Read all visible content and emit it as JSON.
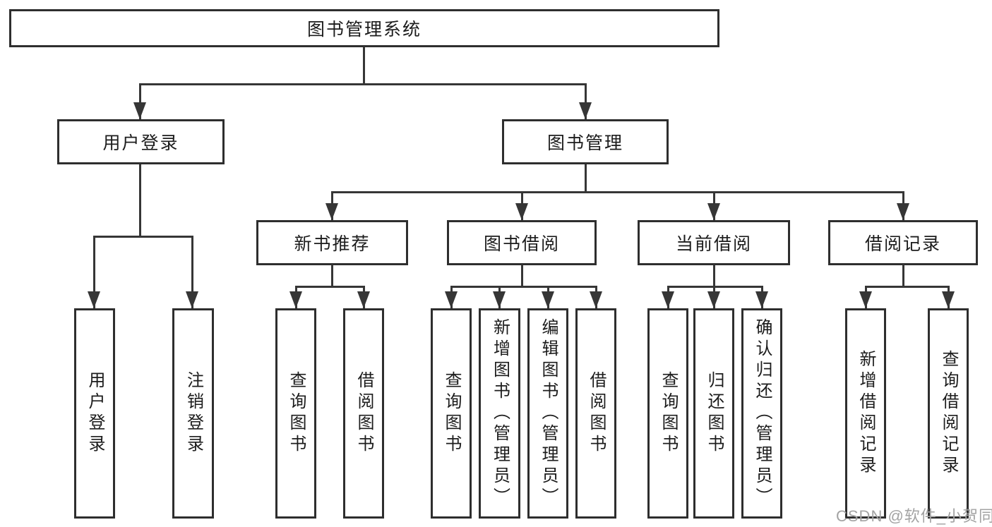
{
  "colors": {
    "background": "#ffffff",
    "box_border": "#2e2e2e",
    "line": "#363636",
    "text": "#1c1c1c",
    "watermark": "#a3a3a3"
  },
  "diagram": {
    "root": {
      "label": "图书管理系统"
    },
    "level2": {
      "user_login": {
        "label": "用户登录"
      },
      "book_management": {
        "label": "图书管理"
      }
    },
    "level3": {
      "new_book_recommend": {
        "label": "新书推荐"
      },
      "book_borrow": {
        "label": "图书借阅"
      },
      "current_borrow": {
        "label": "当前借阅"
      },
      "borrow_records": {
        "label": "借阅记录"
      }
    },
    "leaves": {
      "user_login": {
        "label": "用户登录",
        "parent": "用户登录"
      },
      "logout": {
        "label": "注销登录",
        "parent": "用户登录"
      },
      "rec_query_books": {
        "label": "查询图书",
        "parent": "新书推荐"
      },
      "rec_borrow_books": {
        "label": "借阅图书",
        "parent": "新书推荐"
      },
      "borrow_query_books": {
        "label": "查询图书",
        "parent": "图书借阅"
      },
      "borrow_add_books": {
        "label": "新增图书（管理员）",
        "parent": "图书借阅"
      },
      "borrow_edit_books": {
        "label": "编辑图书（管理员）",
        "parent": "图书借阅"
      },
      "borrow_borrow_books": {
        "label": "借阅图书",
        "parent": "图书借阅"
      },
      "current_query_books": {
        "label": "查询图书",
        "parent": "当前借阅"
      },
      "current_return_books": {
        "label": "归还图书",
        "parent": "当前借阅"
      },
      "current_confirm_return": {
        "label": "确认归还（管理员）",
        "parent": "当前借阅"
      },
      "records_add": {
        "label": "新增借阅记录",
        "parent": "借阅记录"
      },
      "records_query": {
        "label": "查询借阅记录",
        "parent": "借阅记录"
      }
    }
  },
  "watermark": {
    "text": "CSDN @软件_小贺同学"
  }
}
